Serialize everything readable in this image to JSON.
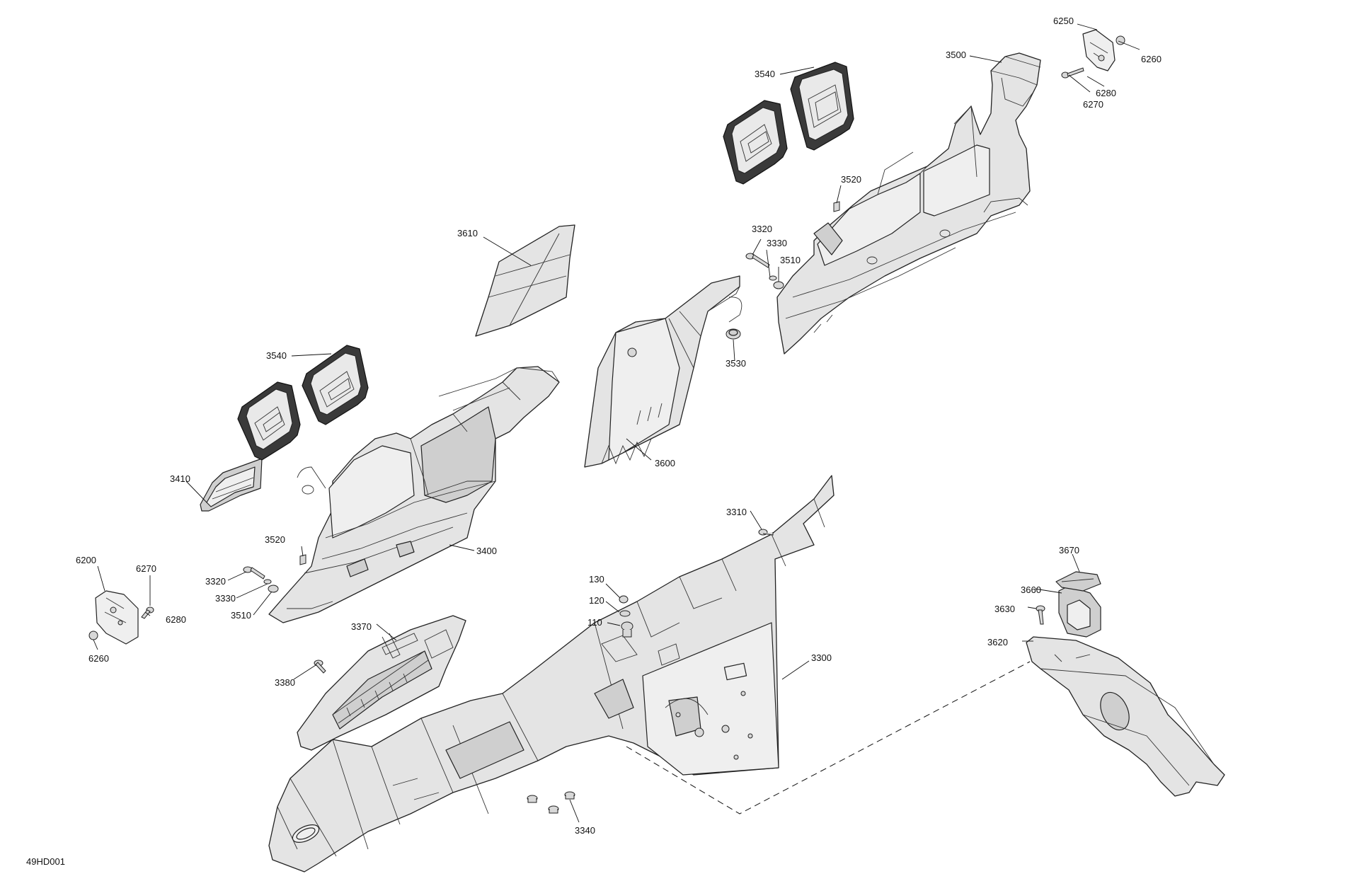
{
  "figure_code": "49HD001",
  "callouts": [
    {
      "id": "c6250",
      "label": "6250"
    },
    {
      "id": "c6260a",
      "label": "6260"
    },
    {
      "id": "c3500",
      "label": "3500"
    },
    {
      "id": "c6280a",
      "label": "6280"
    },
    {
      "id": "c6270a",
      "label": "6270"
    },
    {
      "id": "c3540a",
      "label": "3540"
    },
    {
      "id": "c3520a",
      "label": "3520"
    },
    {
      "id": "c3320a",
      "label": "3320"
    },
    {
      "id": "c3330a",
      "label": "3330"
    },
    {
      "id": "c3510a",
      "label": "3510"
    },
    {
      "id": "c3610",
      "label": "3610"
    },
    {
      "id": "c3530",
      "label": "3530"
    },
    {
      "id": "c3540b",
      "label": "3540"
    },
    {
      "id": "c3600",
      "label": "3600"
    },
    {
      "id": "c3410",
      "label": "3410"
    },
    {
      "id": "c3520b",
      "label": "3520"
    },
    {
      "id": "c3400",
      "label": "3400"
    },
    {
      "id": "c6200",
      "label": "6200"
    },
    {
      "id": "c6270b",
      "label": "6270"
    },
    {
      "id": "c3320b",
      "label": "3320"
    },
    {
      "id": "c3330b",
      "label": "3330"
    },
    {
      "id": "c6280b",
      "label": "6280"
    },
    {
      "id": "c3510b",
      "label": "3510"
    },
    {
      "id": "c6260b",
      "label": "6260"
    },
    {
      "id": "c3310",
      "label": "3310"
    },
    {
      "id": "c3670",
      "label": "3670"
    },
    {
      "id": "c3660",
      "label": "3660"
    },
    {
      "id": "c3630",
      "label": "3630"
    },
    {
      "id": "c3620",
      "label": "3620"
    },
    {
      "id": "c130",
      "label": "130"
    },
    {
      "id": "c120",
      "label": "120"
    },
    {
      "id": "c110",
      "label": "110"
    },
    {
      "id": "c3370",
      "label": "3370"
    },
    {
      "id": "c3380",
      "label": "3380"
    },
    {
      "id": "c3300",
      "label": "3300"
    },
    {
      "id": "c3340",
      "label": "3340"
    }
  ]
}
